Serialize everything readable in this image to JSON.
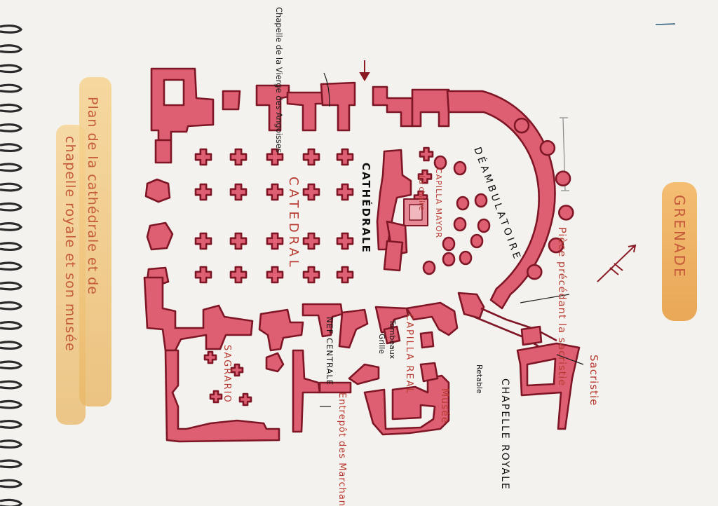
{
  "title_lines": [
    "Plan de la cathédrale et de",
    "chapelle royale et son musée"
  ],
  "city": "GRENADE",
  "labels": {
    "cathedrale": "CATHÉDRALE",
    "catedral": "CATEDRAL",
    "deambulatoire": "DÉAMBULATOIRE",
    "capilla_mayor": "CAPILLA MAYOR",
    "la_chaire": "La chaire",
    "sagrario": "SAGRARIO",
    "nef_centrale": "NEF CENTRALE",
    "tombeaux": "Tombeaux",
    "grille": "Grille",
    "capilla_real": "CAPILLA REAL",
    "retable": "Retable",
    "chapelle_royale": "CHAPELLE ROYALE",
    "musee": "Musée",
    "sacristie": "Sacristie",
    "piece_sacristie": "Pièce précédant la sacristie",
    "entrepot": "Entrepôt des Marchands",
    "chapelle_vierge": "Chapelle de la Vierge des Angoisses"
  },
  "colors": {
    "paper": "#f4f2ee",
    "wall_fill": "#de5f72",
    "wall_stroke": "#7e1626",
    "wash": "#efc77a",
    "ink": "#1c1c1c",
    "red_ink": "#b83a30"
  }
}
